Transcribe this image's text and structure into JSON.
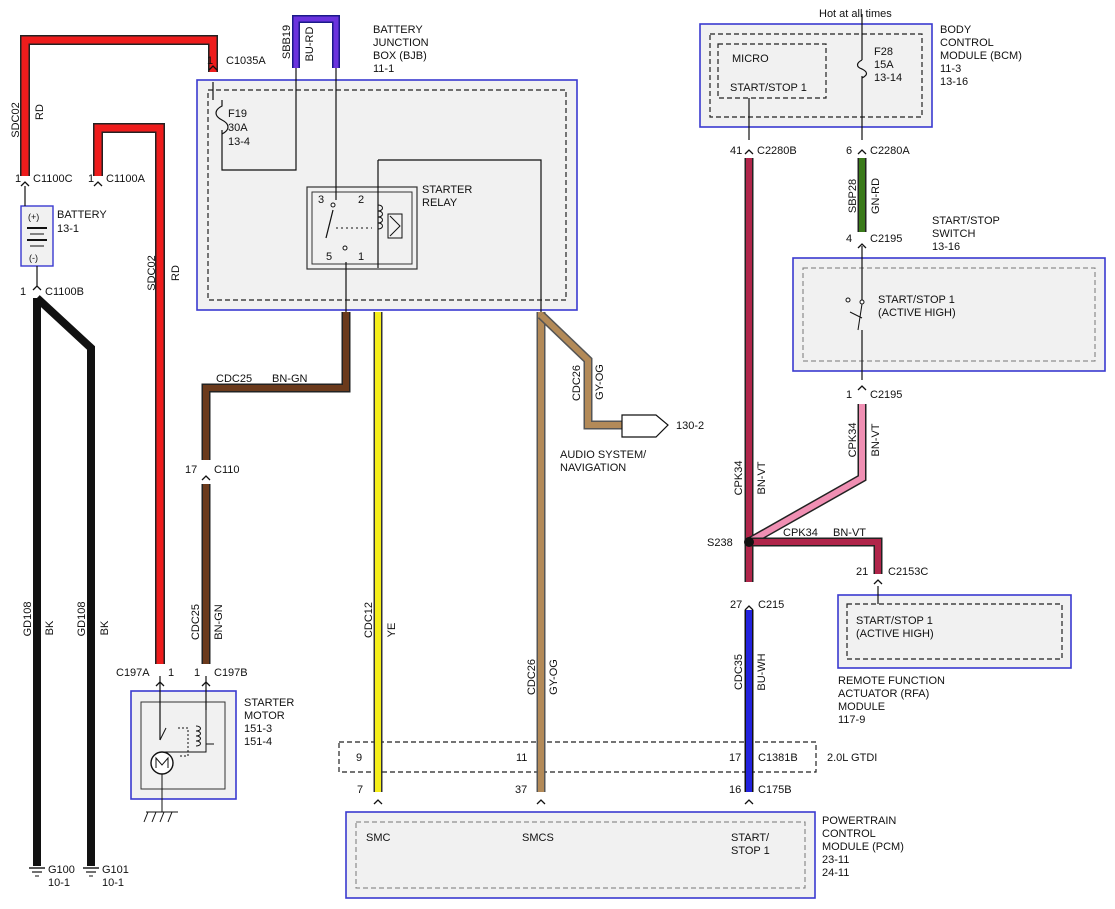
{
  "colors": {
    "RD": "#ee1c1c",
    "BK": "#111111",
    "BN": "#6b3a1c",
    "YE": "#f5ee1a",
    "GYOG": "#b38a58",
    "BUVT": "#2a1fd6",
    "BNVT": "#b0254a",
    "PK": "#f08fb3",
    "GNRD": "#3a7a1a",
    "BUWH": "#2222dd",
    "module_outline": "#3a3ad0"
  },
  "modules": {
    "bjb": {
      "title": "BATTERY\nJUNCTION\nBOX (BJB)",
      "ref": "11-1"
    },
    "relay": {
      "title": "STARTER\nRELAY",
      "pin3": "3",
      "pin2": "2",
      "pin5": "5",
      "pin1": "1"
    },
    "fuse_f19": {
      "name": "F19",
      "rating": "30A",
      "ref": "13-4"
    },
    "battery": {
      "title": "BATTERY",
      "ref": "13-1",
      "pos": "(+)",
      "neg": "(-)"
    },
    "starter_motor": {
      "title": "STARTER\nMOTOR",
      "refs": "151-3\n151-4"
    },
    "bcm": {
      "top_label": "Hot at all times",
      "title": "BODY\nCONTROL\nMODULE (BCM)",
      "refs": "11-3\n13-16",
      "micro": "MICRO",
      "micro_pin": "START/STOP 1",
      "fuse_name": "F28",
      "fuse_rating": "15A",
      "fuse_ref": "13-14"
    },
    "ss_switch": {
      "title": "START/STOP\nSWITCH",
      "ref": "13-16",
      "label": "START/STOP 1\n(ACTIVE HIGH)"
    },
    "rfa": {
      "title": "REMOTE FUNCTION\nACTUATOR (RFA)\nMODULE",
      "ref": "117-9",
      "label": "START/STOP 1\n(ACTIVE HIGH)"
    },
    "pcm": {
      "title": "POWERTRAIN\nCONTROL\nMODULE (PCM)",
      "refs": "23-11\n24-11",
      "pin_smc": "SMC",
      "pin_smcs": "SMCS",
      "pin_ss": "START/\nSTOP 1"
    },
    "audio": {
      "title": "AUDIO SYSTEM/\nNAVIGATION",
      "ref": "130-2"
    },
    "gtdi": {
      "label": "2.0L GTDI"
    }
  },
  "connectors": {
    "c1035a": {
      "pin": "1",
      "name": "C1035A"
    },
    "c1100c": {
      "pin": "1",
      "name": "C1100C"
    },
    "c1100a": {
      "pin": "1",
      "name": "C1100A"
    },
    "c1100b": {
      "pin": "1",
      "name": "C1100B"
    },
    "c110": {
      "pin": "17",
      "name": "C110"
    },
    "c197a": {
      "pin": "1",
      "name": "C197A"
    },
    "c197b": {
      "pin": "1",
      "name": "C197B"
    },
    "c2280b": {
      "pin": "41",
      "name": "C2280B"
    },
    "c2280a": {
      "pin": "6",
      "name": "C2280A"
    },
    "c2195_top": {
      "pin": "4",
      "name": "C2195"
    },
    "c2195_bot": {
      "pin": "1",
      "name": "C2195"
    },
    "s238": {
      "name": "S238"
    },
    "c2153c": {
      "pin": "21",
      "name": "C2153C"
    },
    "c215": {
      "pin": "27",
      "name": "C215"
    },
    "c1381b": {
      "pin_a": "9",
      "pin_b": "11",
      "pin_c": "17",
      "name": "C1381B"
    },
    "c175b": {
      "pin_a": "7",
      "pin_b": "37",
      "pin_c": "16",
      "name": "C175B"
    }
  },
  "grounds": {
    "g100": {
      "name": "G100",
      "ref": "10-1"
    },
    "g101": {
      "name": "G101",
      "ref": "10-1"
    }
  },
  "wires": {
    "sdc02_top": {
      "circuit": "SDC02",
      "color": "RD"
    },
    "sbb19": {
      "circuit": "SBB19",
      "color": "BU-RD"
    },
    "sdc02_right": {
      "circuit": "SDC02",
      "color": "RD"
    },
    "gd108_a": {
      "circuit": "GD108",
      "color": "BK"
    },
    "gd108_b": {
      "circuit": "GD108",
      "color": "BK"
    },
    "cdc25_top": {
      "circuit": "CDC25",
      "color": "BN-GN"
    },
    "cdc25_low": {
      "circuit": "CDC25",
      "color": "BN-GN"
    },
    "cdc12": {
      "circuit": "CDC12",
      "color": "YE"
    },
    "cdc26_audio": {
      "circuit": "CDC26",
      "color": "GY-OG"
    },
    "cdc26_main": {
      "circuit": "CDC26",
      "color": "GY-OG"
    },
    "cpk34_left": {
      "circuit": "CPK34",
      "color": "BN-VT"
    },
    "cpk34_right": {
      "circuit": "CPK34",
      "color": "BN-VT"
    },
    "cpk34_horiz": {
      "circuit": "CPK34",
      "color": "BN-VT"
    },
    "sbp28": {
      "circuit": "SBP28",
      "color": "GN-RD"
    },
    "cdc35": {
      "circuit": "CDC35",
      "color": "BU-WH"
    }
  }
}
